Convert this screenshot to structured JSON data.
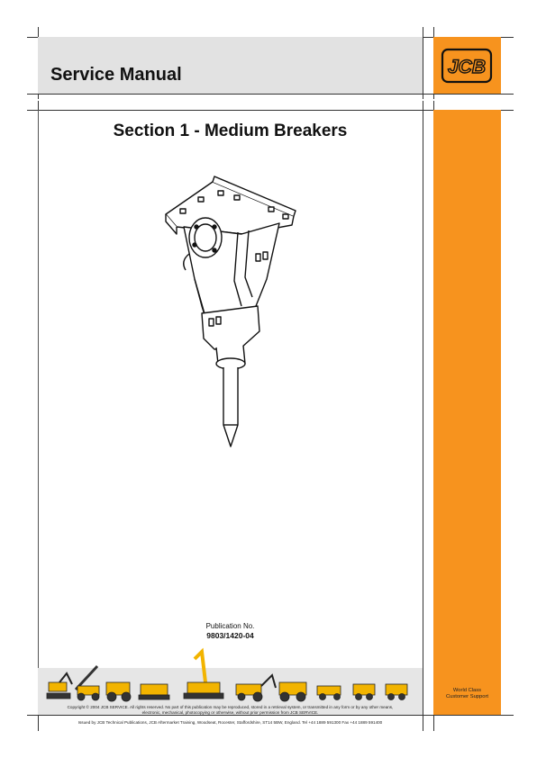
{
  "header": {
    "title": "Service Manual"
  },
  "brand": {
    "logo_text": "JCB",
    "orange": "#f7931e",
    "band_grey": "#e2e2e2"
  },
  "cover": {
    "section_title": "Section 1 - Medium Breakers",
    "illustration": "hydraulic-breaker-illustration",
    "publication_label": "Publication No.",
    "publication_number": "9803/1420-04"
  },
  "footer": {
    "machines": "jcb-machine-range-illustration",
    "copyright_line1": "Copyright © 2004 JCB SERVICE. All rights reserved. No part of this publication may be reproduced, stored in a retrieval system, or transmitted in any form or by any other means,",
    "copyright_line2": "electronic, mechanical, photocopying or otherwise, without prior permission from JCB SERVICE.",
    "issued_by": "Issued by JCB Technical Publications, JCB Aftermarket Training, Woodseat, Rocester, Staffordshire, ST14 5BW, England. Tel +44 1889 591300 Fax +44 1889 591400",
    "tagline_line1": "World Class",
    "tagline_line2": "Customer Support"
  }
}
